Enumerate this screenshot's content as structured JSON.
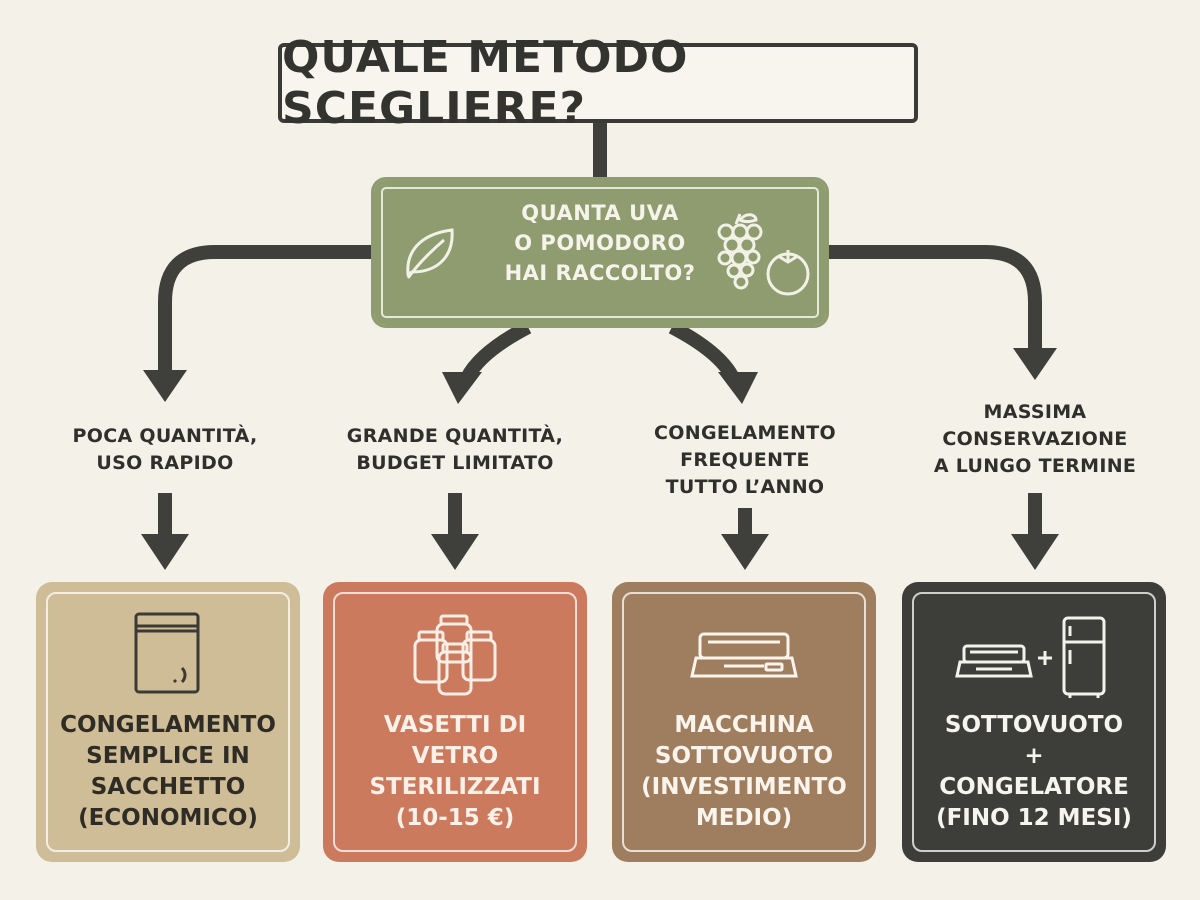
{
  "title": "QUALE METODO SCEGLIERE?",
  "question": "QUANTA UVA\nO POMODORO\nHAI RACCOLTO?",
  "question_icons": [
    "leaf-icon",
    "grapes-tomato-icon"
  ],
  "branches": [
    {
      "condition": "POCA QUANTITÀ,\nUSO RAPIDO",
      "method": "CONGELAMENTO\nSEMPLICE IN\nSACCHETTO\n(ECONOMICO)",
      "icon": "freezer-bag-icon",
      "color": "#cfbd97",
      "text_color": "#2f2c26"
    },
    {
      "condition": "GRANDE QUANTITÀ,\nBUDGET LIMITATO",
      "method": "VASETTI DI\nVETRO\nSTERILIZZATI\n(10-15 €)",
      "icon": "glass-jars-icon",
      "color": "#cc7a5e",
      "text_color": "#fbf1e9"
    },
    {
      "condition": "CONGELAMENTO\nFREQUENTE\nTUTTO L’ANNO",
      "method": "MACCHINA\nSOTTOVUOTO\n(INVESTIMENTO\nMEDIO)",
      "icon": "vacuum-sealer-icon",
      "color": "#9e7e5e",
      "text_color": "#fbf4ec"
    },
    {
      "condition": "MASSIMA\nCONSERVAZIONE\nA LUNGO TERMINE",
      "method": "SOTTOVUOTO\n+\nCONGELATORE\n(FINO 12 MESI)",
      "icon": "vacuum-sealer-plus-freezer-icon",
      "color": "#3d3d39",
      "text_color": "#f6f4ee"
    }
  ],
  "colors": {
    "background": "#f4f1e8",
    "connector": "#3f3f3b",
    "question_box": "#8e9c70",
    "question_text": "#f6f4ea"
  }
}
